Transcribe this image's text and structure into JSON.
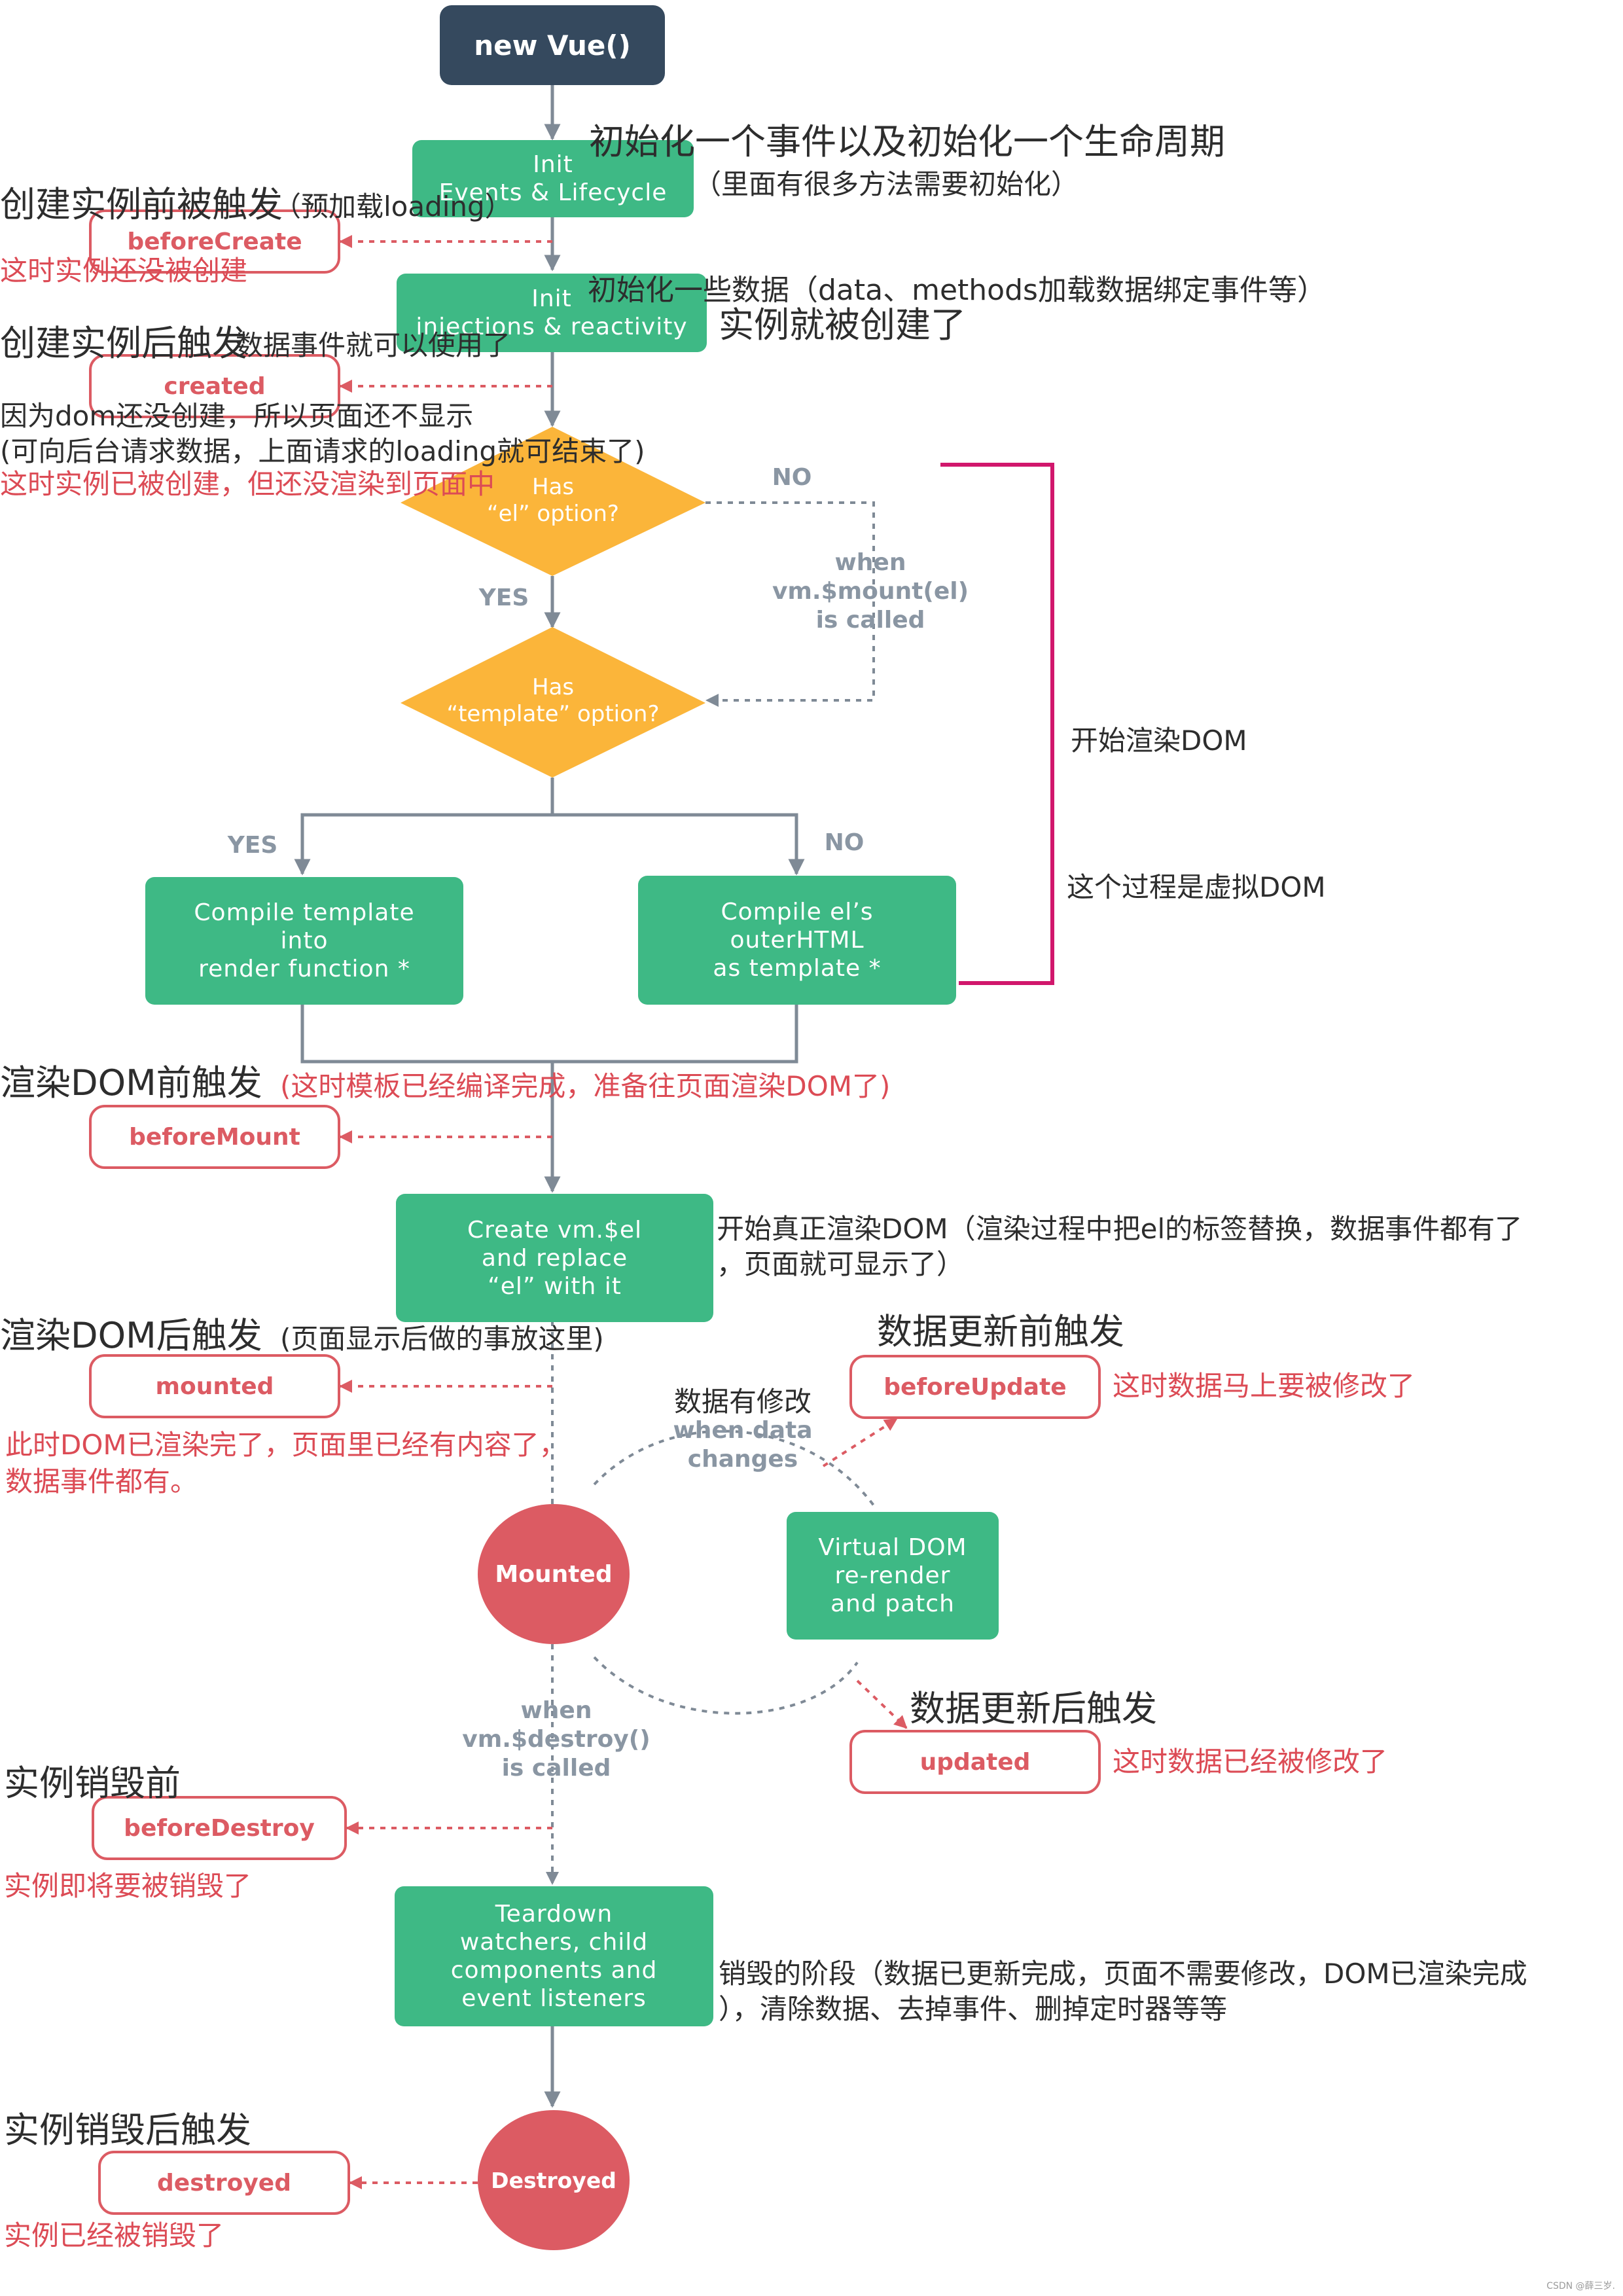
{
  "nodes": {
    "new_vue": "new Vue()",
    "init_events": "Init\nEvents & Lifecycle",
    "init_injections": "Init\ninjections & reactivity",
    "has_el": "Has\n“el” option?",
    "has_template": "Has\n“template” option?",
    "compile_template": "Compile template\ninto\nrender function *",
    "compile_el": "Compile el’s\nouterHTML\nas template *",
    "create_vm": "Create vm.$el\nand replace\n“el” with it",
    "mounted": "Mounted",
    "virtual_dom": "Virtual DOM\nre-render\nand patch",
    "teardown": "Teardown\nwatchers, child\ncomponents and\nevent listeners",
    "destroyed": "Destroyed"
  },
  "hooks": {
    "before_create": "beforeCreate",
    "created": "created",
    "before_mount": "beforeMount",
    "mounted": "mounted",
    "before_update": "beforeUpdate",
    "updated": "updated",
    "before_destroy": "beforeDestroy",
    "destroyed": "destroyed"
  },
  "flow_labels": {
    "no_1": "NO",
    "when_mount": "when\nvm.$mount(el)\nis called",
    "yes_1": "YES",
    "yes_2": "YES",
    "no_2": "NO",
    "data_changed_cn": "数据有修改",
    "when_data_changes": "when data\nchanges",
    "when_destroy": "when\nvm.$destroy()\nis called"
  },
  "annotations": {
    "init_events_main": "初始化一个事件以及初始化一个生命周期",
    "init_events_sub": "（里面有很多方法需要初始化）",
    "before_create_main": "创建实例前被触发",
    "before_create_paren": "（预加载loading）",
    "before_create_red": "这时实例还没被创建",
    "init_inj_main": "初始化一些数据（data、methods加载数据绑定事件等）",
    "init_inj_sub": "实例就被创建了",
    "created_main": "创建实例后触发",
    "created_small": "数据事件就可以使用了",
    "created_note_1": "因为dom还没创建，所以页面还不显示",
    "created_note_2": "(可向后台请求数据，上面请求的loading就可结束了)",
    "created_red": "这时实例已被创建，但还没渲染到页面中",
    "render_dom_start": "开始渲染DOM",
    "virtual_dom_process": "这个过程是虚拟DOM",
    "before_mount_main": "渲染DOM前触发",
    "before_mount_red": "(这时模板已经编译完成，准备往页面渲染DOM了)",
    "create_vm_main": "开始真正渲染DOM（渲染过程中把el的标签替换，数据事件都有了",
    "create_vm_sub": "，页面就可显示了）",
    "mounted_main": "渲染DOM后触发",
    "mounted_paren": "(页面显示后做的事放这里)",
    "mounted_red_1": "此时DOM已渲染完了，页面里已经有内容了，",
    "mounted_red_2": "数据事件都有。",
    "before_update_title": "数据更新前触发",
    "before_update_red": "这时数据马上要被修改了",
    "updated_title": "数据更新后触发",
    "updated_red": "这时数据已经被修改了",
    "before_destroy_title": "实例销毁前",
    "before_destroy_red": "实例即将要被销毁了",
    "teardown_main": "销毁的阶段（数据已更新完成，页面不需要修改，DOM已渲染完成",
    "teardown_sub": "），清除数据、去掉事件、删掉定时器等等",
    "destroyed_title": "实例销毁后触发",
    "destroyed_red": "实例已经被销毁了"
  },
  "watermark": "CSDN @薛三岁.",
  "colors": {
    "green": "#3eb985",
    "orange": "#fbb53a",
    "red": "#dc5b63",
    "dark_node": "#35495e",
    "connector": "#7f8a96",
    "bracket": "#d1176c"
  }
}
